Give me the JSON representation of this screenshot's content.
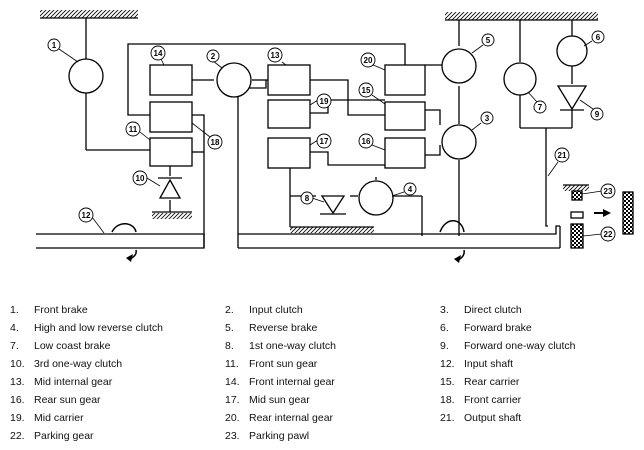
{
  "callouts": [
    "1",
    "2",
    "3",
    "4",
    "5",
    "6",
    "7",
    "8",
    "9",
    "10",
    "11",
    "12",
    "13",
    "14",
    "15",
    "16",
    "17",
    "18",
    "19",
    "20",
    "21",
    "22",
    "23"
  ],
  "legend": [
    {
      "num": "1.",
      "label": "Front brake"
    },
    {
      "num": "2.",
      "label": "Input clutch"
    },
    {
      "num": "3.",
      "label": "Direct clutch"
    },
    {
      "num": "4.",
      "label": "High and low reverse clutch"
    },
    {
      "num": "5.",
      "label": "Reverse brake"
    },
    {
      "num": "6.",
      "label": "Forward brake"
    },
    {
      "num": "7.",
      "label": "Low coast brake"
    },
    {
      "num": "8.",
      "label": "1st one-way clutch"
    },
    {
      "num": "9.",
      "label": "Forward one-way clutch"
    },
    {
      "num": "10.",
      "label": "3rd one-way clutch"
    },
    {
      "num": "11.",
      "label": "Front sun gear"
    },
    {
      "num": "12.",
      "label": "Input shaft"
    },
    {
      "num": "13.",
      "label": "Mid internal gear"
    },
    {
      "num": "14.",
      "label": "Front internal gear"
    },
    {
      "num": "15.",
      "label": "Rear carrier"
    },
    {
      "num": "16.",
      "label": "Rear sun gear"
    },
    {
      "num": "17.",
      "label": "Mid sun gear"
    },
    {
      "num": "18.",
      "label": "Front carrier"
    },
    {
      "num": "19.",
      "label": "Mid carrier"
    },
    {
      "num": "20.",
      "label": "Rear internal gear"
    },
    {
      "num": "21.",
      "label": "Output shaft"
    },
    {
      "num": "22.",
      "label": "Parking gear"
    },
    {
      "num": "23.",
      "label": "Parking pawl"
    }
  ]
}
